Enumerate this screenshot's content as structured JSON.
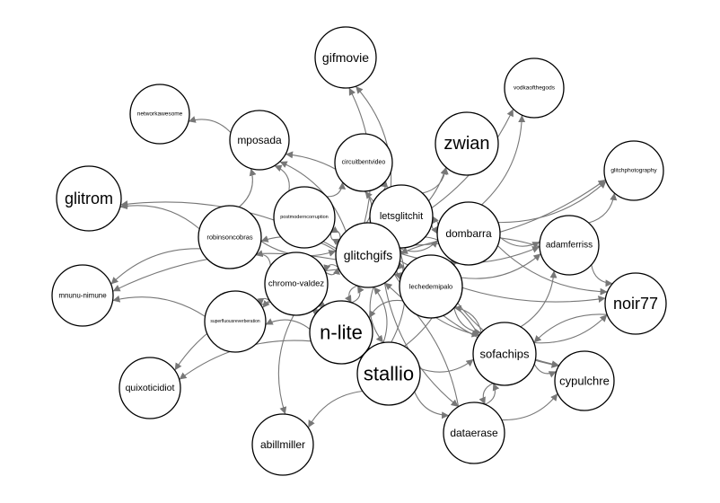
{
  "graph": {
    "colors": {
      "edge": "#777777",
      "node_fill": "#ffffff",
      "node_stroke": "#000000",
      "label": "#000000"
    },
    "nodes": [
      {
        "id": "gifmovie",
        "label": "gifmovie"
      },
      {
        "id": "vodkaofthegods",
        "label": "vodkaofthegods"
      },
      {
        "id": "networkawesome",
        "label": "networkawesome"
      },
      {
        "id": "mposada",
        "label": "mposada"
      },
      {
        "id": "circuitbentvideo",
        "label": "circuitbentvideo"
      },
      {
        "id": "zwian",
        "label": "zwian"
      },
      {
        "id": "glitchphotography",
        "label": "glitchphotography"
      },
      {
        "id": "glitrom",
        "label": "glitrom"
      },
      {
        "id": "postmoderncorruption",
        "label": "postmoderncorruption"
      },
      {
        "id": "letsglitchit",
        "label": "letsglitchit"
      },
      {
        "id": "robinsoncobras",
        "label": "robinsoncobras"
      },
      {
        "id": "dombarra",
        "label": "dombarra"
      },
      {
        "id": "glitchgifs",
        "label": "glitchgifs"
      },
      {
        "id": "adamferriss",
        "label": "adamferriss"
      },
      {
        "id": "mnunu-nimune",
        "label": "mnunu-nimune"
      },
      {
        "id": "chromo-valdez",
        "label": "chromo-valdez"
      },
      {
        "id": "lechedemipalo",
        "label": "lechedemipalo"
      },
      {
        "id": "noir77",
        "label": "noir77"
      },
      {
        "id": "superfluousreverberation",
        "label": "superfluousreverberation"
      },
      {
        "id": "n-lite",
        "label": "n-lite"
      },
      {
        "id": "sofachips",
        "label": "sofachips"
      },
      {
        "id": "stallio",
        "label": "stallio"
      },
      {
        "id": "quixoticidiot",
        "label": "quixoticidiot"
      },
      {
        "id": "cypulchre",
        "label": "cypulchre"
      },
      {
        "id": "dataerase",
        "label": "dataerase"
      },
      {
        "id": "abillmiller",
        "label": "abillmiller"
      }
    ],
    "edges": [
      [
        "glitchgifs",
        "gifmovie"
      ],
      [
        "glitchgifs",
        "mposada"
      ],
      [
        "glitchgifs",
        "circuitbentvideo"
      ],
      [
        "glitchgifs",
        "zwian"
      ],
      [
        "glitchgifs",
        "vodkaofthegods"
      ],
      [
        "glitchgifs",
        "glitchphotography"
      ],
      [
        "glitchgifs",
        "glitrom"
      ],
      [
        "glitchgifs",
        "postmoderncorruption"
      ],
      [
        "glitchgifs",
        "letsglitchit"
      ],
      [
        "glitchgifs",
        "robinsoncobras"
      ],
      [
        "glitchgifs",
        "dombarra"
      ],
      [
        "glitchgifs",
        "adamferriss"
      ],
      [
        "glitchgifs",
        "chromo-valdez"
      ],
      [
        "glitchgifs",
        "lechedemipalo"
      ],
      [
        "glitchgifs",
        "superfluousreverberation"
      ],
      [
        "glitchgifs",
        "n-lite"
      ],
      [
        "glitchgifs",
        "stallio"
      ],
      [
        "glitchgifs",
        "sofachips"
      ],
      [
        "glitchgifs",
        "cypulchre"
      ],
      [
        "glitchgifs",
        "dataerase"
      ],
      [
        "glitchgifs",
        "noir77"
      ],
      [
        "glitchgifs",
        "mnunu-nimune"
      ],
      [
        "mposada",
        "networkawesome"
      ],
      [
        "postmoderncorruption",
        "mposada"
      ],
      [
        "postmoderncorruption",
        "circuitbentvideo"
      ],
      [
        "letsglitchit",
        "zwian"
      ],
      [
        "letsglitchit",
        "circuitbentvideo"
      ],
      [
        "letsglitchit",
        "gifmovie"
      ],
      [
        "dombarra",
        "vodkaofthegods"
      ],
      [
        "dombarra",
        "glitchphotography"
      ],
      [
        "dombarra",
        "adamferriss"
      ],
      [
        "adamferriss",
        "glitchphotography"
      ],
      [
        "adamferriss",
        "noir77"
      ],
      [
        "robinsoncobras",
        "mposada"
      ],
      [
        "robinsoncobras",
        "glitrom"
      ],
      [
        "robinsoncobras",
        "mnunu-nimune"
      ],
      [
        "chromo-valdez",
        "robinsoncobras"
      ],
      [
        "chromo-valdez",
        "superfluousreverberation"
      ],
      [
        "chromo-valdez",
        "quixoticidiot"
      ],
      [
        "chromo-valdez",
        "abillmiller"
      ],
      [
        "superfluousreverberation",
        "mnunu-nimune"
      ],
      [
        "n-lite",
        "quixoticidiot"
      ],
      [
        "stallio",
        "abillmiller"
      ],
      [
        "stallio",
        "n-lite"
      ],
      [
        "stallio",
        "sofachips"
      ],
      [
        "stallio",
        "dataerase"
      ],
      [
        "lechedemipalo",
        "sofachips"
      ],
      [
        "lechedemipalo",
        "cypulchre"
      ],
      [
        "lechedemipalo",
        "adamferriss"
      ],
      [
        "lechedemipalo",
        "dombarra"
      ],
      [
        "sofachips",
        "noir77"
      ],
      [
        "noir77",
        "sofachips"
      ],
      [
        "sofachips",
        "cypulchre"
      ],
      [
        "sofachips",
        "dataerase"
      ],
      [
        "dataerase",
        "sofachips"
      ],
      [
        "dataerase",
        "cypulchre"
      ],
      [
        "sofachips",
        "lechedemipalo"
      ],
      [
        "n-lite",
        "glitchgifs"
      ],
      [
        "letsglitchit",
        "glitchgifs"
      ],
      [
        "dombarra",
        "glitchgifs"
      ],
      [
        "chromo-valdez",
        "glitchgifs"
      ],
      [
        "postmoderncorruption",
        "glitchgifs"
      ],
      [
        "lechedemipalo",
        "glitchgifs"
      ],
      [
        "adamferriss",
        "glitchgifs"
      ],
      [
        "sofachips",
        "glitchgifs"
      ],
      [
        "stallio",
        "glitchgifs"
      ],
      [
        "robinsoncobras",
        "glitchgifs"
      ],
      [
        "dataerase",
        "glitchgifs"
      ],
      [
        "n-lite",
        "chromo-valdez"
      ],
      [
        "n-lite",
        "superfluousreverberation"
      ],
      [
        "dombarra",
        "letsglitchit"
      ],
      [
        "letsglitchit",
        "dombarra"
      ],
      [
        "letsglitchit",
        "mposada"
      ],
      [
        "chromo-valdez",
        "n-lite"
      ],
      [
        "n-lite",
        "stallio"
      ],
      [
        "lechedemipalo",
        "n-lite"
      ],
      [
        "sofachips",
        "adamferriss"
      ],
      [
        "dombarra",
        "noir77"
      ],
      [
        "stallio",
        "letsglitchit"
      ],
      [
        "stallio",
        "dombarra"
      ]
    ]
  }
}
